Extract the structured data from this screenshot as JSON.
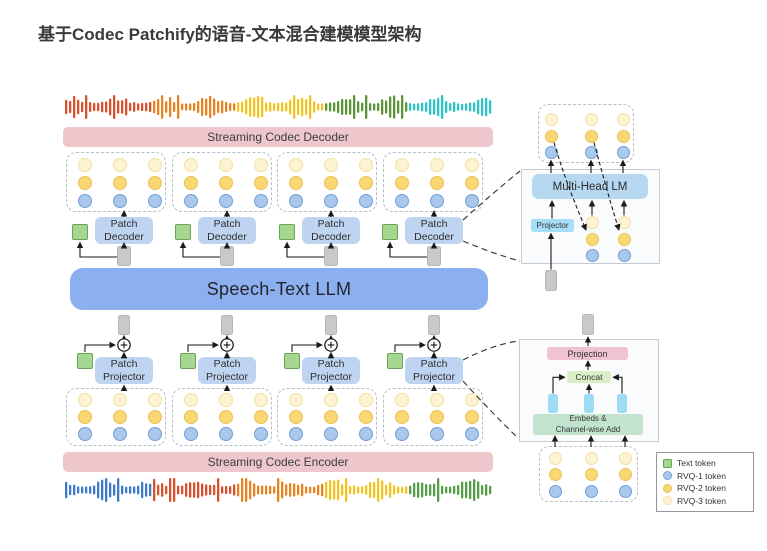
{
  "title": "基于Codec Patchify的语音-文本混合建模模型架构",
  "decoder_bar_label": "Streaming Codec Decoder",
  "encoder_bar_label": "Streaming Codec Encoder",
  "llm_label": "Speech-Text LLM",
  "patch_decoder": {
    "line1": "Patch",
    "line2": "Decoder"
  },
  "patch_projector": {
    "line1": "Patch",
    "line2": "Projector"
  },
  "decoder_detail_panel": {
    "lm_label": "Multi-Head LM",
    "projector_label": "Projector"
  },
  "encoder_detail_panel": {
    "projection_label": "Projection",
    "concat_label": "Concat",
    "embeds_line1": "Embeds &",
    "embeds_line2": "Channel-wise Add"
  },
  "legend": {
    "items": [
      {
        "id": "text-token",
        "label": "Text token"
      },
      {
        "id": "rvq1-token",
        "label": "RVQ-1 token"
      },
      {
        "id": "rvq2-token",
        "label": "RVQ-2 token"
      },
      {
        "id": "rvq3-token",
        "label": "RVQ-3 token"
      }
    ]
  },
  "colors": {
    "text_token": "#a5d791",
    "text_token_border": "#67a557",
    "rvq1": "#a9c8ec",
    "rvq1_border": "#6f9fd8",
    "rvq2": "#f9d873",
    "rvq2_border": "#e9c254",
    "rvq3": "#fdf3d0",
    "rvq3_border": "#f2e0a4",
    "llm_blue": "#8cb0ef",
    "patch_box_blue": "#bfd4f1",
    "codec_bar_pink": "#eec7cd",
    "vector_gray": "#c9c9c9",
    "mhlm_blue": "#b5d8f0",
    "projector_cyan": "#a6def7",
    "projection_pink": "#efc3d1",
    "concat_green": "#daeec8",
    "embeds_green": "#c2e4cf",
    "cyan_bar": "#9edcf5",
    "panel_bg": "#fafbfd",
    "panel_border": "#c6cbd1"
  },
  "waveforms": {
    "top_segment_colors": [
      "#d9502c",
      "#e8821e",
      "#f2c320",
      "#5c9538",
      "#2cc5c6"
    ],
    "bottom_segment_colors": [
      "#3d7cc9",
      "#d9502c",
      "#e8821e",
      "#f2c320",
      "#55a047"
    ]
  }
}
